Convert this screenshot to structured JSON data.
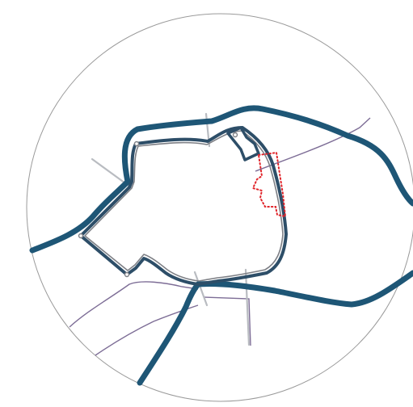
{
  "map": {
    "colors": {
      "river": "#1e5676",
      "wall_outer": "#2d4e68",
      "wall_inner": "#7d7f85",
      "road_light": "#b9bcc1",
      "road_purple": "#7d6d96",
      "frame": "#9a9a9a",
      "highlight_dotted": "#e0242a"
    },
    "layers": [
      "frame-circle",
      "river",
      "city-wall",
      "roads",
      "highlighted-district"
    ]
  }
}
